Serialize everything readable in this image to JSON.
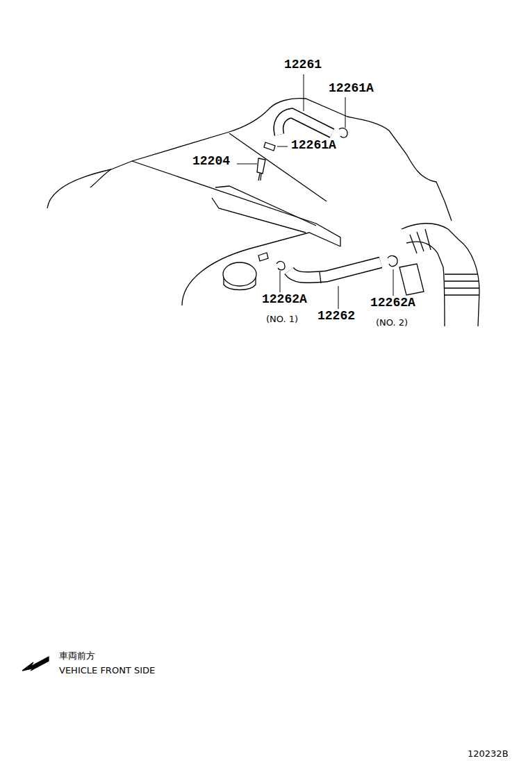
{
  "diagram": {
    "labels": [
      "12261",
      "12261A",
      "12261A",
      "12204",
      "12262A",
      "(NO. 1)",
      "12262",
      "12262A",
      "(NO. 2)",
      "車両前方",
      "VEHICLE FRONT SIDE",
      "120232B"
    ]
  }
}
